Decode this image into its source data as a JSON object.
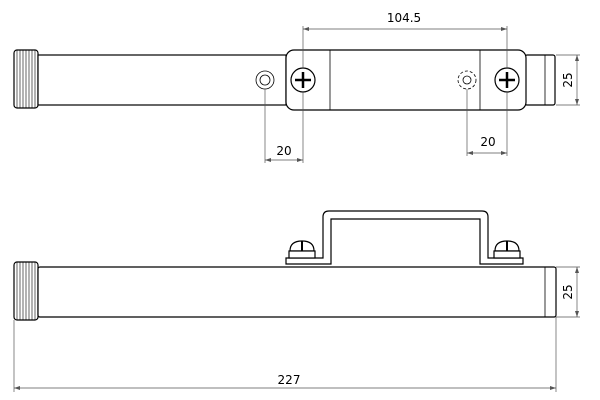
{
  "dimensions": {
    "top_width": "104.5",
    "top_left_offset": "20",
    "top_right_offset": "20",
    "top_height": "25",
    "side_height": "25",
    "overall_length": "227"
  },
  "colors": {
    "line": "#000000",
    "dimension_line": "#555555",
    "background": "#ffffff"
  }
}
